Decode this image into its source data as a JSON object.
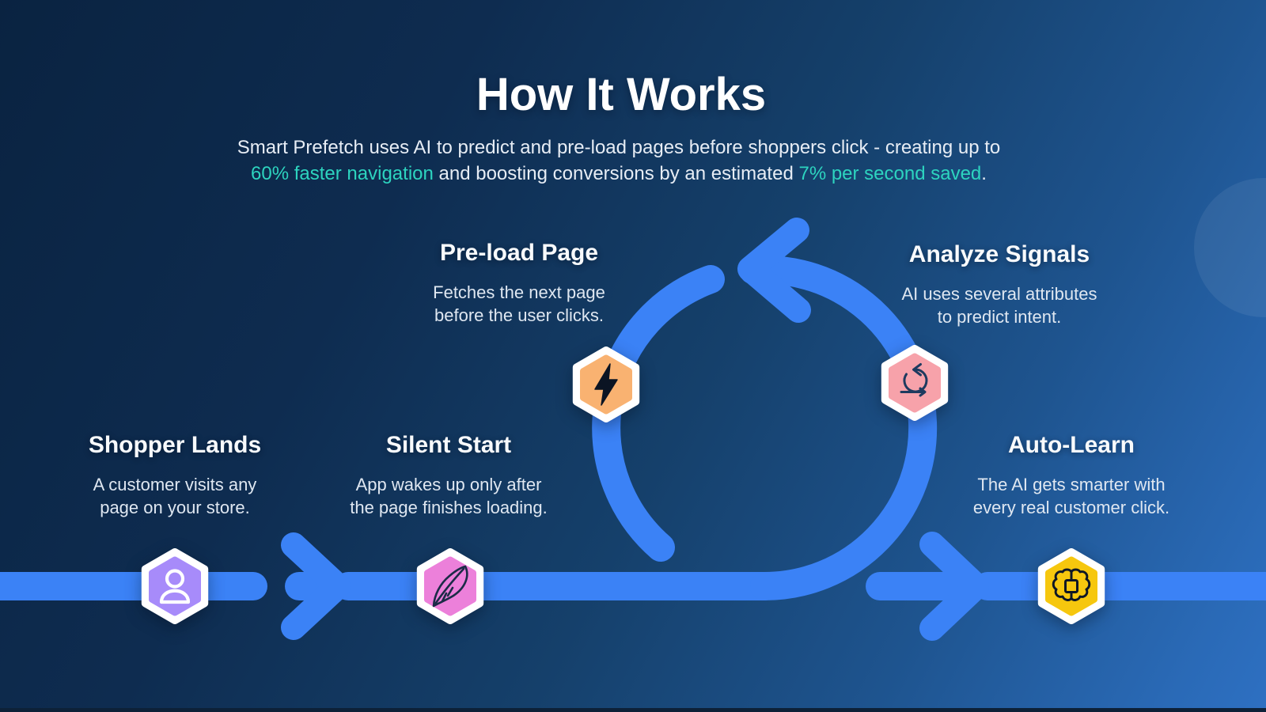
{
  "page": {
    "title": "How It Works"
  },
  "subtitle": {
    "part1": "Smart Prefetch uses AI to predict and pre-load pages before shoppers click - creating up to",
    "highlight1": "60% faster navigation",
    "part2": " and boosting conversions by an estimated ",
    "highlight2": "7% per second saved",
    "part3": "."
  },
  "steps": [
    {
      "title": "Shopper Lands",
      "desc_line1": "A customer visits any",
      "desc_line2": "page on your store.",
      "icon": "user-icon",
      "hex_color": "#a78bfa"
    },
    {
      "title": "Silent Start",
      "desc_line1": "App wakes up only after",
      "desc_line2": "the page finishes loading.",
      "icon": "feather-icon",
      "hex_color": "#ec80da"
    },
    {
      "title": "Pre-load Page",
      "desc_line1": "Fetches the next page",
      "desc_line2": "before the user clicks.",
      "icon": "lightning-icon",
      "hex_color": "#f9b271"
    },
    {
      "title": "Analyze Signals",
      "desc_line1": "AI uses several attributes",
      "desc_line2": "to predict intent.",
      "icon": "cycle-icon",
      "hex_color": "#f7a2aa"
    },
    {
      "title": "Auto-Learn",
      "desc_line1": "The AI gets smarter with",
      "desc_line2": "every real customer click.",
      "icon": "brain-icon",
      "hex_color": "#f6c70e"
    }
  ],
  "colors": {
    "flow_line": "#3b82f6",
    "highlight_teal": "#2dd4bf",
    "bg_dark": "#0a2341",
    "bg_light": "#2e70c2",
    "hex_border": "#ffffff"
  }
}
